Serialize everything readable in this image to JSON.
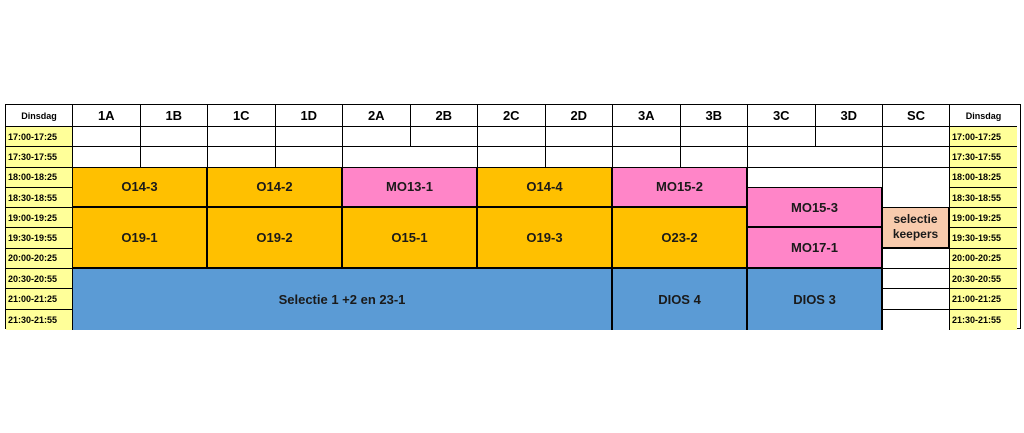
{
  "day": "Dinsdag",
  "fields": [
    "1A",
    "1B",
    "1C",
    "1D",
    "2A",
    "2B",
    "2C",
    "2D",
    "3A",
    "3B",
    "3C",
    "3D",
    "SC"
  ],
  "times": [
    "17:00-17:25",
    "17:30-17:55",
    "18:00-18:25",
    "18:30-18:55",
    "19:00-19:25",
    "19:30-19:55",
    "20:00-20:25",
    "20:30-20:55",
    "21:00-21:25",
    "21:30-21:55"
  ],
  "blocks": {
    "o14_3": "O14-3",
    "o14_2": "O14-2",
    "mo13_1": "MO13-1",
    "o14_4": "O14-4",
    "mo15_2": "MO15-2",
    "mo15_3": "MO15-3",
    "o19_1": "O19-1",
    "o19_2": "O19-2",
    "o15_1": "O15-1",
    "o19_3": "O19-3",
    "o23_2": "O23-2",
    "mo17_1": "MO17-1",
    "selectie_keepers": "selectie keepers",
    "selectie_1_2": "Selectie 1 +2 en 23-1",
    "dios4": "DIOS 4",
    "dios3": "DIOS 3"
  },
  "colors": {
    "orange": "#ffc000",
    "pink": "#ff85c8",
    "blue": "#5b9bd5",
    "peach": "#f8cbad",
    "time": "#ffff99"
  }
}
